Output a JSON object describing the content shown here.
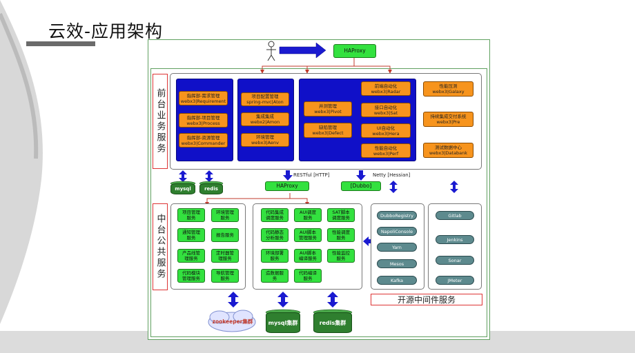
{
  "slide_title": "云效-应用架构",
  "top": {
    "haproxy": "HAProxy",
    "arrow_text": ""
  },
  "sections": {
    "front": "前台业务服务",
    "middle": "中台公共服务"
  },
  "front": {
    "col1": [
      "指挥部-需求管理\nwebx3|Requirement",
      "指挥部-项目管理\nwebx3|Process",
      "指挥部-资源管理\nwebx3|Commander"
    ],
    "col2": [
      "项目配置管理\nspring-mvc|Aton",
      "集成集成\nwebx2|Amon",
      "环境管理\nwebx3|Aenv"
    ],
    "col3_left": [
      "并测管理\nwebx3|Pivot",
      "缺陷管理\nwebx3|Defect"
    ],
    "col3_right": [
      "前端自动化\nwebx3|Radar",
      "接口自动化\nwebx3|Sat",
      "UI自动化\nwebx3|Hera",
      "性能自动化\nwebx3|Perf"
    ],
    "col4": [
      "性能压测\nwebx3|Galaxy",
      "持续集成交付系统\nwebx3|Pre",
      "测试数据中心\nwebx3|Databank"
    ]
  },
  "mid_row": {
    "mysql": "mysql",
    "redis": "redis",
    "restful": "RESTful [HTTP]",
    "haproxy2": "HAProxy",
    "dubbo": "[Dubbo]",
    "netty": "Netty [Hessian]"
  },
  "middle": {
    "panel1": [
      "项目管理\n服务",
      "环境管理\n服务",
      "通知管理\n服务",
      "报告服务",
      "产品线管\n理服务",
      "定时器管\n理服务",
      "代码模块\n管理服务",
      "导航管理\n服务"
    ],
    "panel2": [
      "代码集成\n调度服务",
      "AUI调度\n服务",
      "SAT脚本\n调度服务",
      "代码静态\n分析服务",
      "AUI脚本\n管理服务",
      "性能调度\n服务",
      "环境部署\n服务",
      "AUI脚本\n编译服务",
      "性能监控\n服务",
      "造数据服\n务",
      "代码编译\n服务"
    ],
    "oss1": [
      "DubboRegistry",
      "NapoliConsole",
      "Yarn",
      "Mesos",
      "Kafka"
    ],
    "oss2": [
      "Gitlab",
      "Jenkins",
      "Sonar",
      "JMeter"
    ],
    "oss_label": "开源中间件服务"
  },
  "bottom": {
    "zookeeper": "zookeeper集群",
    "mysql_cluster": "mysql集群",
    "redis_cluster": "redis集群"
  },
  "colors": {
    "blue": "#1010c8",
    "orange": "#f7941d",
    "green": "#33e13f",
    "teal": "#5d8a8e",
    "red": "#d33333"
  }
}
